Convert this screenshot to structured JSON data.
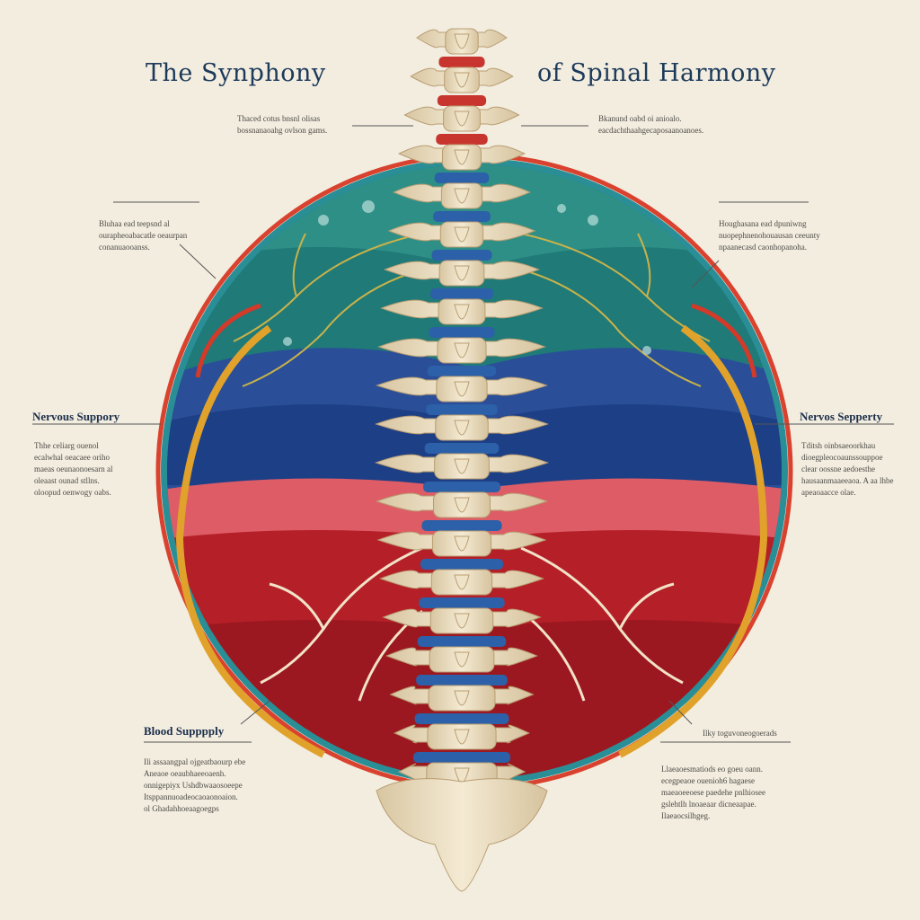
{
  "title": {
    "left": "The Synphony",
    "right": "of Spinal Harmony"
  },
  "labels": {
    "nervous_left": "Nervous Suppory",
    "nervous_right": "Nervos Sepperty",
    "blood": "Blood Supppply"
  },
  "captions": {
    "top_left": [
      "Thaced cotus bnsnl olisas",
      "bossnanaoahg ovlson gams."
    ],
    "top_right": [
      "Bkanund oabd oi anioalo.",
      "eacdachthaahgecaposaanoanoes."
    ],
    "mid_left": [
      "Bluhaa ead teepsnd al",
      "ourapheoabacatle oeaurpan",
      "conanuaooanss."
    ],
    "mid_right": [
      "Houghasana ead dpuniwng",
      "nuopephnenohouausan ceeunty",
      "npaanecasd caonhopanoha."
    ],
    "nervous_left": [
      "Thhe celiarg ouenol",
      "ecalwhal oeacaee oriho",
      "maeas oeunaonoesarn al",
      "oleaast ounad stllns.",
      "oloopud oenwogy oabs."
    ],
    "nervous_right": [
      "Tditsh oinbsaeoorkhau",
      "dioegpleocoaunssouppoe",
      "clear oossne aedoesthe",
      "hausaanmaaeeaoa. A aa lhbe",
      "apeaoaacce olae."
    ],
    "blood_left": [
      "Ili assaangpal ojgeatbaourp ebe",
      "Aneaoe oeaubhaeeoaenh.",
      "onnigepiyx Ushdbwaaosoeepe",
      "Itsppannuoadeocaoaonoaion.",
      "ol Ghadahhoeaagoegps"
    ],
    "blood_right_label": "Ilky toguvoneogoerads",
    "blood_right": [
      "Llaeaoesmatiods eo goeu oann.",
      "ecegpeaoe ouenioh6 hagaese",
      "maeaoeeoese paedehe pnlhiosee",
      "gslehtlh lnoaeaar dicneaapae.",
      "Ilaeaocsilhgeg."
    ]
  }
}
